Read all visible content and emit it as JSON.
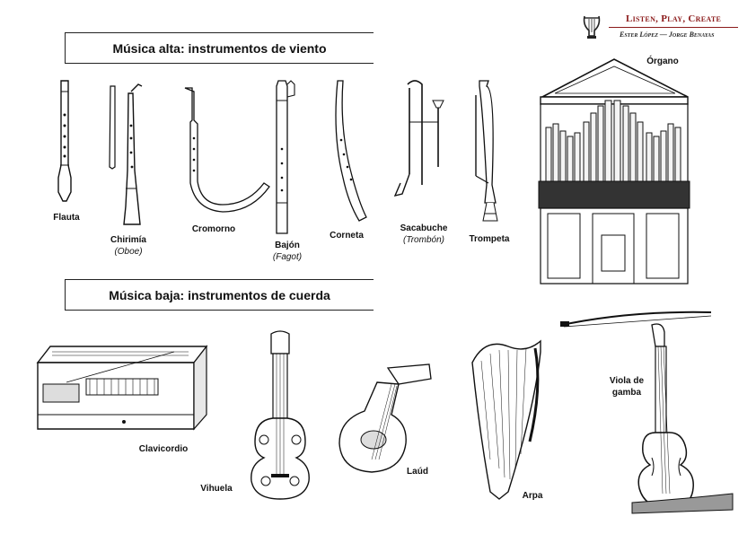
{
  "brand": {
    "title": "Listen, Play, Create",
    "authors": "Ester López — Jorge Benayas",
    "accent_color": "#8b1a1a",
    "icon": "lyre-icon"
  },
  "sections": {
    "alta": "Música alta: instrumentos de viento",
    "baja": "Música baja: instrumentos de cuerda"
  },
  "wind_instruments": [
    {
      "name": "Flauta",
      "alt": ""
    },
    {
      "name": "Chirimía",
      "alt": "(Oboe)"
    },
    {
      "name": "Cromorno",
      "alt": ""
    },
    {
      "name": "Bajón",
      "alt": "(Fagot)"
    },
    {
      "name": "Corneta",
      "alt": ""
    },
    {
      "name": "Sacabuche",
      "alt": "(Trombón)"
    },
    {
      "name": "Trompeta",
      "alt": ""
    },
    {
      "name": "Órgano",
      "alt": ""
    }
  ],
  "string_instruments": [
    {
      "name": "Clavicordio"
    },
    {
      "name": "Vihuela"
    },
    {
      "name": "Laúd"
    },
    {
      "name": "Arpa"
    },
    {
      "name": "Viola de gamba"
    }
  ]
}
